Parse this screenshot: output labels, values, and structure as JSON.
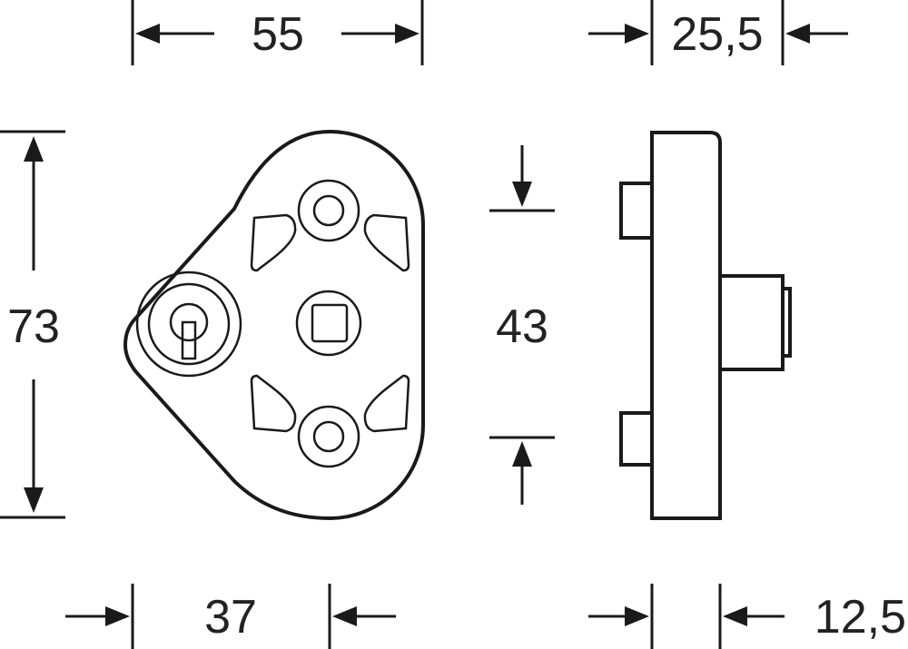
{
  "dimensions": {
    "width": "55",
    "height": "73",
    "hole_spacing": "43",
    "pivot_offset": "37",
    "depth": "25,5",
    "plate_thickness": "12,5"
  }
}
